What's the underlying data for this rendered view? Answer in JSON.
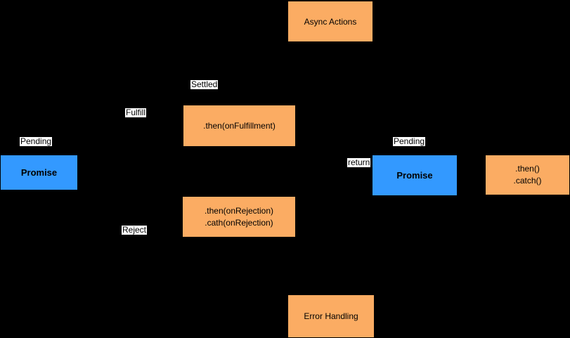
{
  "colors": {
    "background": "#000000",
    "node_orange": "#FBAC63",
    "node_blue": "#3399FF",
    "label_bg": "#FFFFFF",
    "text": "#000000"
  },
  "nodes": {
    "async_actions": {
      "label": "Async Actions"
    },
    "then_fulfillment": {
      "label": ".then(onFulfillment)"
    },
    "promise_left": {
      "label": "Promise"
    },
    "then_rejection": {
      "line1": ".then(onRejection)",
      "line2": ".cath(onRejection)"
    },
    "promise_right": {
      "label": "Promise"
    },
    "then_catch": {
      "line1": ".then()",
      "line2": ".catch()"
    },
    "error_handling": {
      "label": "Error Handling"
    }
  },
  "edge_labels": {
    "pending_left": "Pending",
    "fulfill": "Fulfill",
    "settled": "Settled",
    "reject": "Reject",
    "return": "return",
    "pending_right": "Pending"
  }
}
